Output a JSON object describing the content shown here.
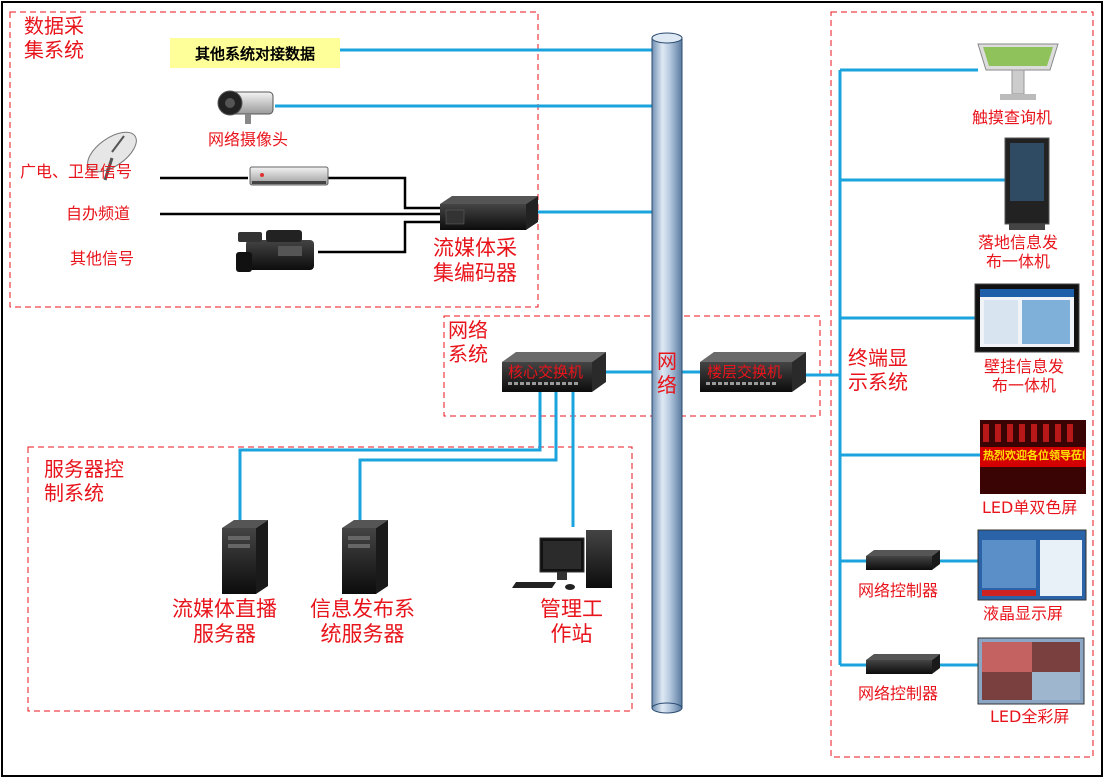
{
  "groups": {
    "data_collection": "数据采\n集系统",
    "network": "网络\n系统",
    "server_control": "服务器控\n制系统",
    "terminal_display": "终端显\n示系统"
  },
  "sources": {
    "other_system_data": "其他系统对接数据",
    "network_camera": "网络摄像头",
    "broadcast_satellite": "广电、卫星信号",
    "self_channel": "自办频道",
    "other_signal": "其他信号"
  },
  "encoder": "流媒体采\n集编码器",
  "network": {
    "core_switch": "核心交换机",
    "floor_switch": "楼层交换机",
    "backbone": "网\n络"
  },
  "servers": {
    "streaming_server": "流媒体直播\n服务器",
    "info_server": "信息发布系\n统服务器",
    "workstation": "管理工\n作站"
  },
  "terminals": {
    "touch_kiosk": "触摸查询机",
    "floor_standing": "落地信息发\n布一体机",
    "wall_mounted": "壁挂信息发\n布一体机",
    "led_single_dual": "LED单双色屏",
    "led_marquee_text": "热烈欢迎各位领导莅临指导",
    "net_controller_1": "网络控制器",
    "lcd_screen": "液晶显示屏",
    "net_controller_2": "网络控制器",
    "led_full_color": "LED全彩屏"
  },
  "colors": {
    "line_blue": "#1aa3dc",
    "label_red": "#e8141b",
    "dash_red": "#e8141b",
    "highlight_yellow": "#ffff99"
  }
}
